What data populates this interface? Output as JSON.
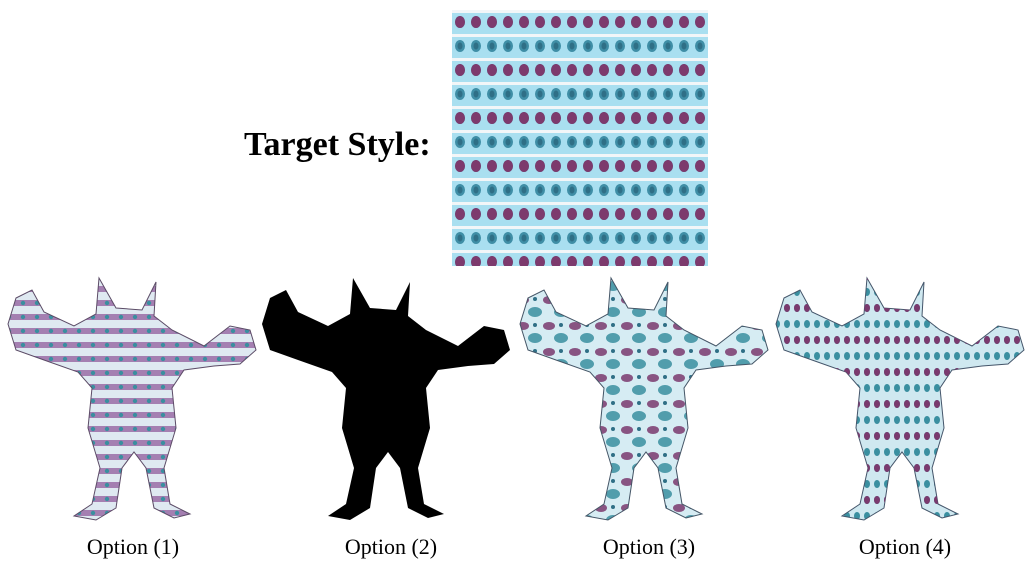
{
  "target": {
    "label": "Target Style:"
  },
  "colors": {
    "light_blue": "#8fd8ec",
    "purple": "#7a3a6e",
    "teal": "#3a8fa0",
    "black": "#000000",
    "pale": "#e8f1f4"
  },
  "options": [
    {
      "caption": "Option (1)",
      "render": "textured-stripes"
    },
    {
      "caption": "Option (2)",
      "render": "black-silhouette"
    },
    {
      "caption": "Option (3)",
      "render": "textured-blotches"
    },
    {
      "caption": "Option (4)",
      "render": "textured-dots"
    }
  ]
}
